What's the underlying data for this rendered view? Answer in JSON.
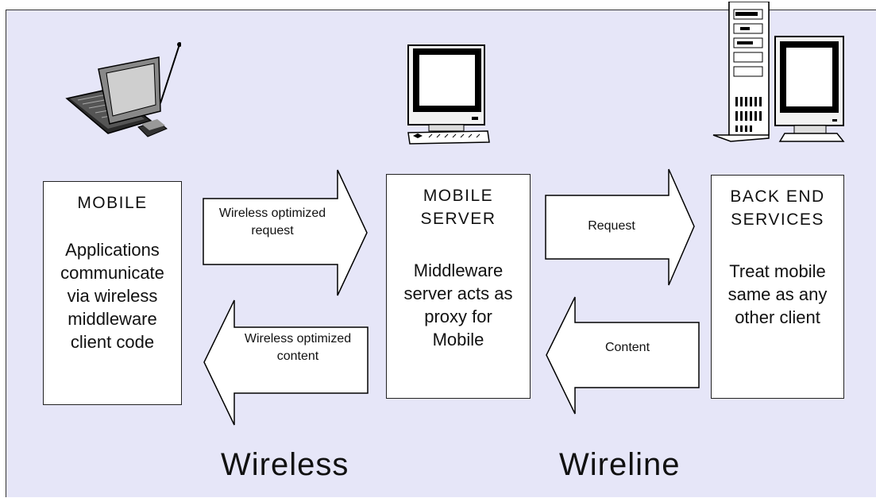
{
  "nodes": {
    "mobile": {
      "title": "MOBILE",
      "description": [
        "Applications",
        "communicate",
        "via wireless",
        "middleware",
        "client code"
      ]
    },
    "server": {
      "title": [
        "MOBILE",
        "SERVER"
      ],
      "description": [
        "Middleware",
        "server acts as",
        "proxy for",
        "Mobile"
      ]
    },
    "backend": {
      "title": [
        "BACK END",
        "SERVICES"
      ],
      "description": [
        "Treat mobile",
        "same as any",
        "other client"
      ]
    }
  },
  "arrows": {
    "wireless_request": [
      "Wireless optimized",
      "request"
    ],
    "wireless_content": [
      "Wireless optimized",
      "content"
    ],
    "request": "Request",
    "content": "Content"
  },
  "zones": {
    "wireless": "Wireless",
    "wireline": "Wireline"
  },
  "icons": {
    "mobile": "laptop-antenna-icon",
    "server": "desktop-computer-icon",
    "backend": "tower-server-icon"
  }
}
